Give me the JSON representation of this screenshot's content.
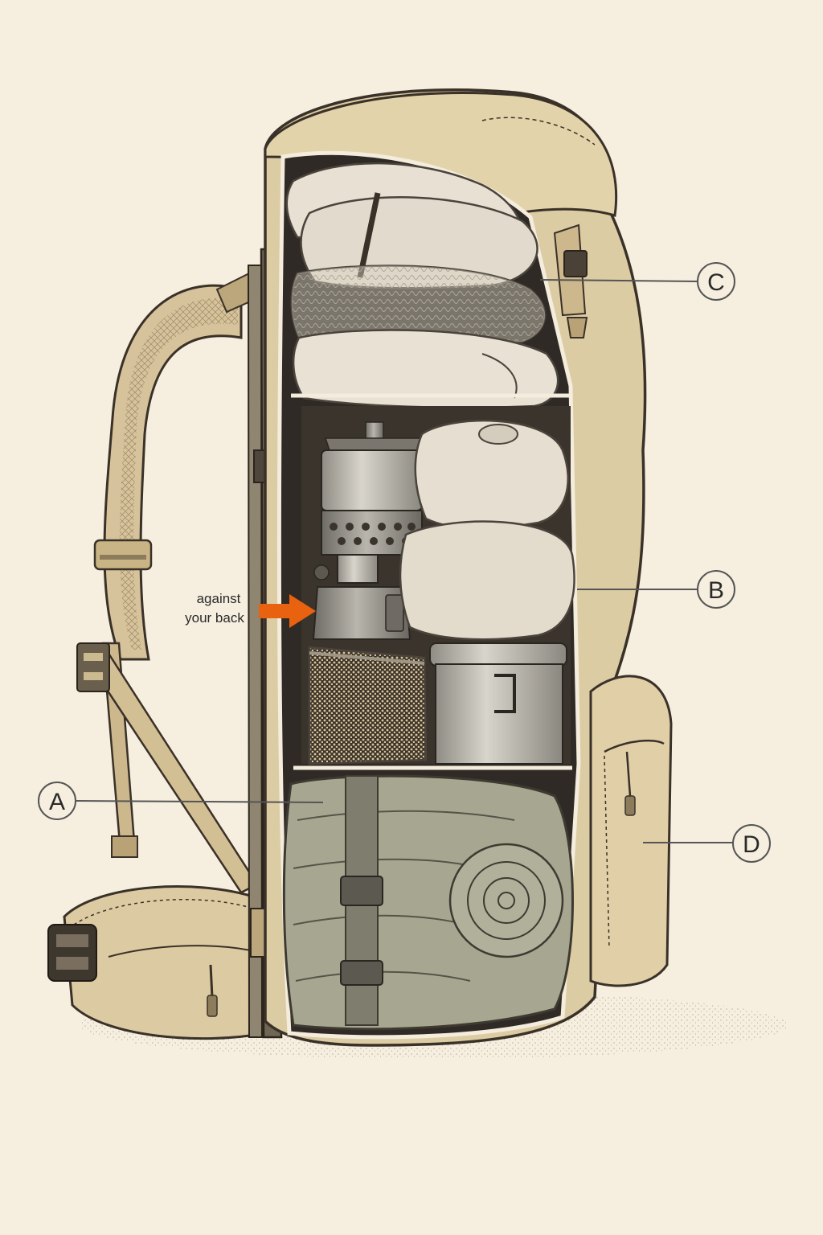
{
  "annotation": {
    "line1": "against",
    "line2": "your back",
    "arrow_color": "#e8620f"
  },
  "callouts": {
    "a": "A",
    "b": "B",
    "c": "C",
    "d": "D"
  },
  "colors": {
    "background": "#f6efe0",
    "pack_fabric": "#dccca4",
    "outline": "#3a3128",
    "sleeping_bag": "#a7a690"
  }
}
